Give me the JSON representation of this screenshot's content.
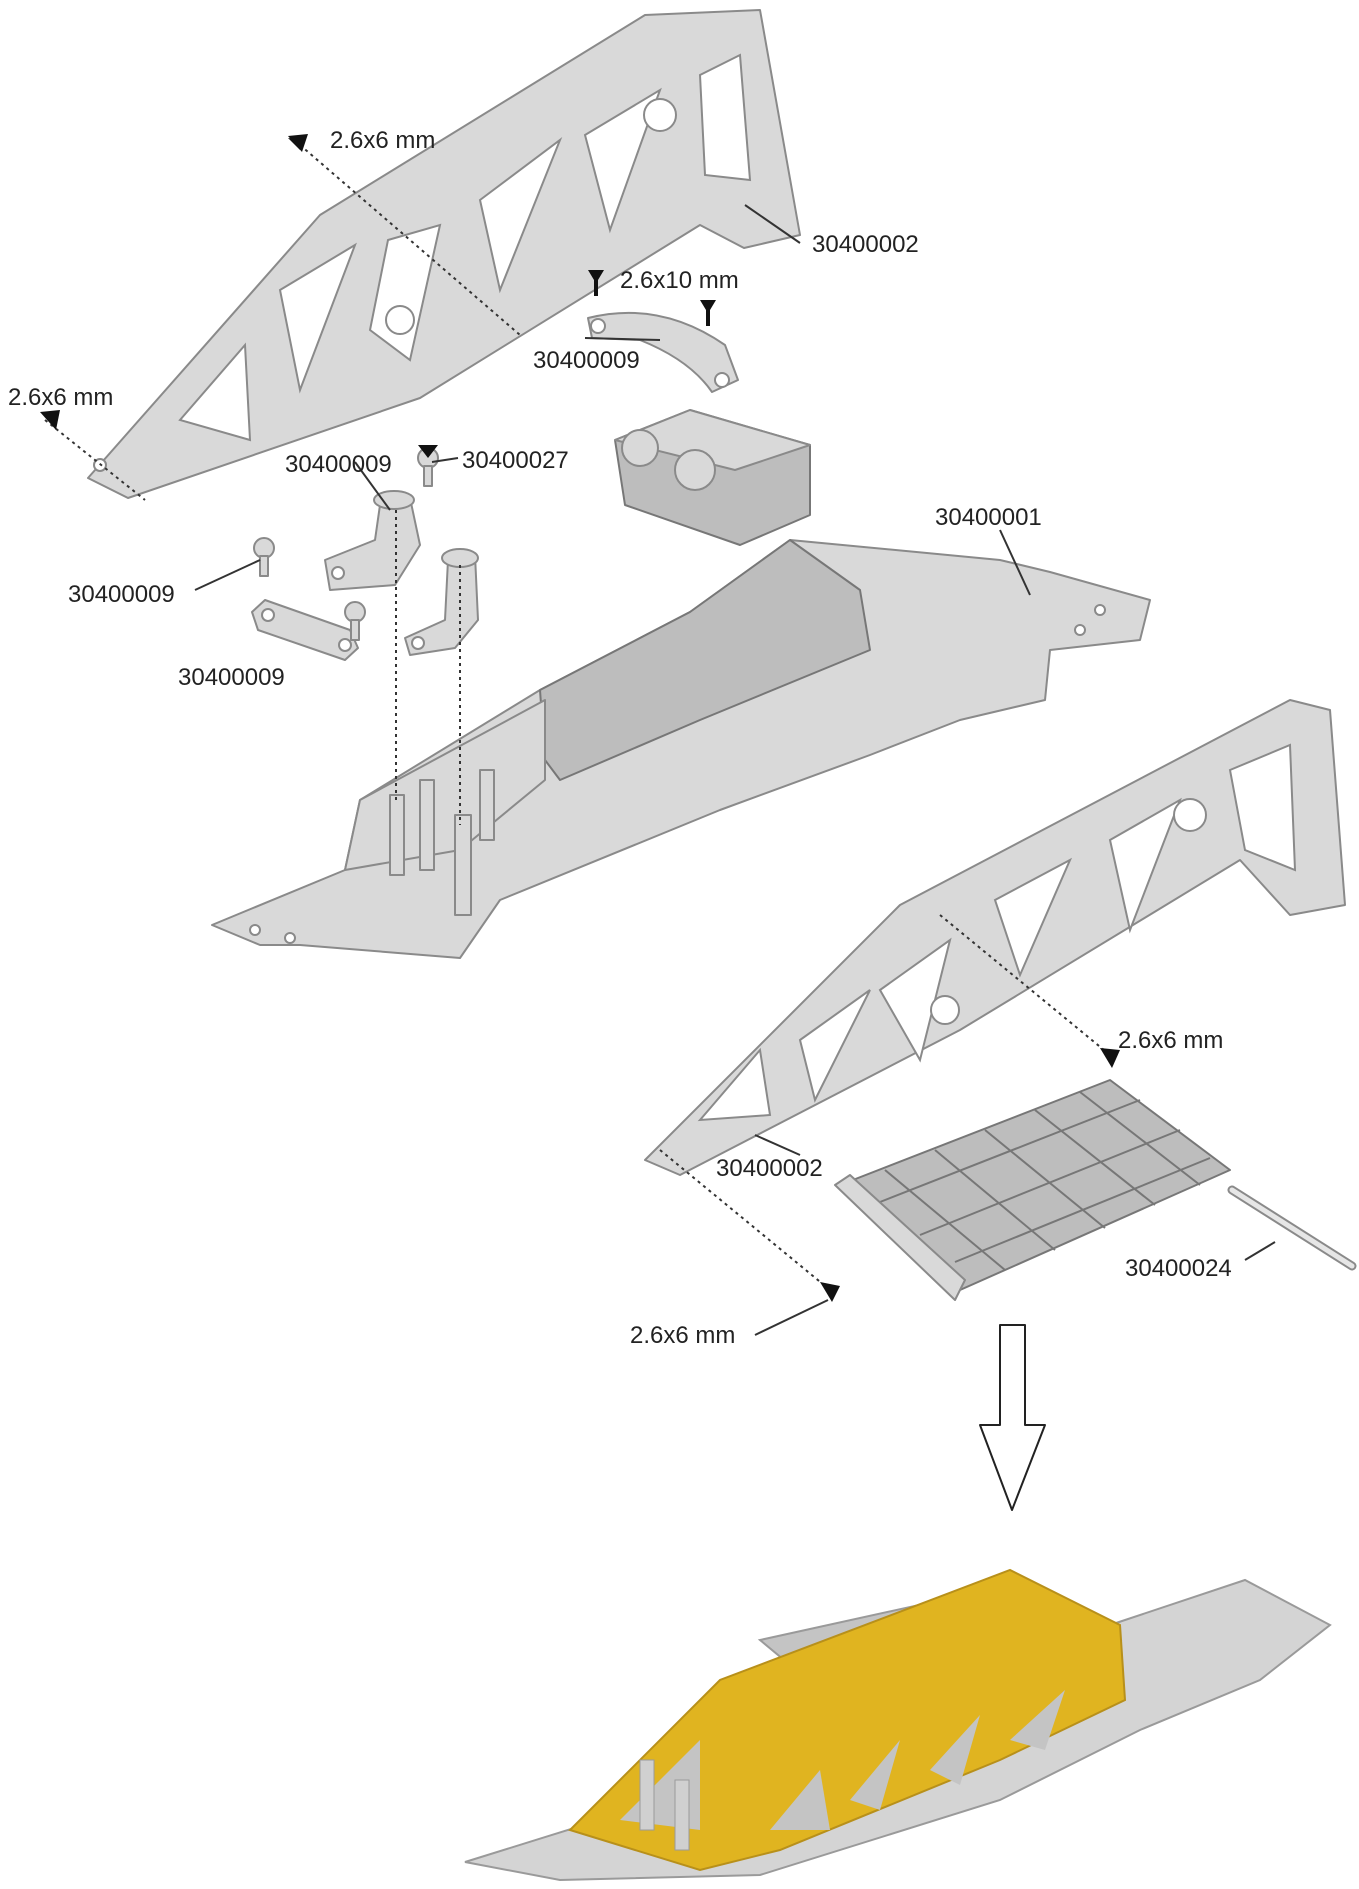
{
  "labels": {
    "top_frame_screw": "2.6x6 mm",
    "top_frame_part": "30400002",
    "servo_saver_screw": "2.6x10 mm",
    "servo_saver_part": "30400009",
    "left_frame_screw": "2.6x6 mm",
    "bellcrank_part": "30400009",
    "ball_stud_part": "30400027",
    "ball_stud_left_part": "30400009",
    "link_part": "30400009",
    "chassis_part": "30400001",
    "lower_frame_screw_right": "2.6x6 mm",
    "lower_frame_part": "30400002",
    "battery_pin_part": "30400024",
    "lower_frame_screw_left": "2.6x6 mm"
  },
  "colors": {
    "part_fill": "#d9d9d9",
    "part_stroke": "#8a8a8a",
    "assembled_frame": "#e0b420",
    "assembled_green": "#7fb53a",
    "assembled_orange": "#e8a43a"
  },
  "icons": [
    "screw-icon",
    "down-arrow-icon"
  ]
}
